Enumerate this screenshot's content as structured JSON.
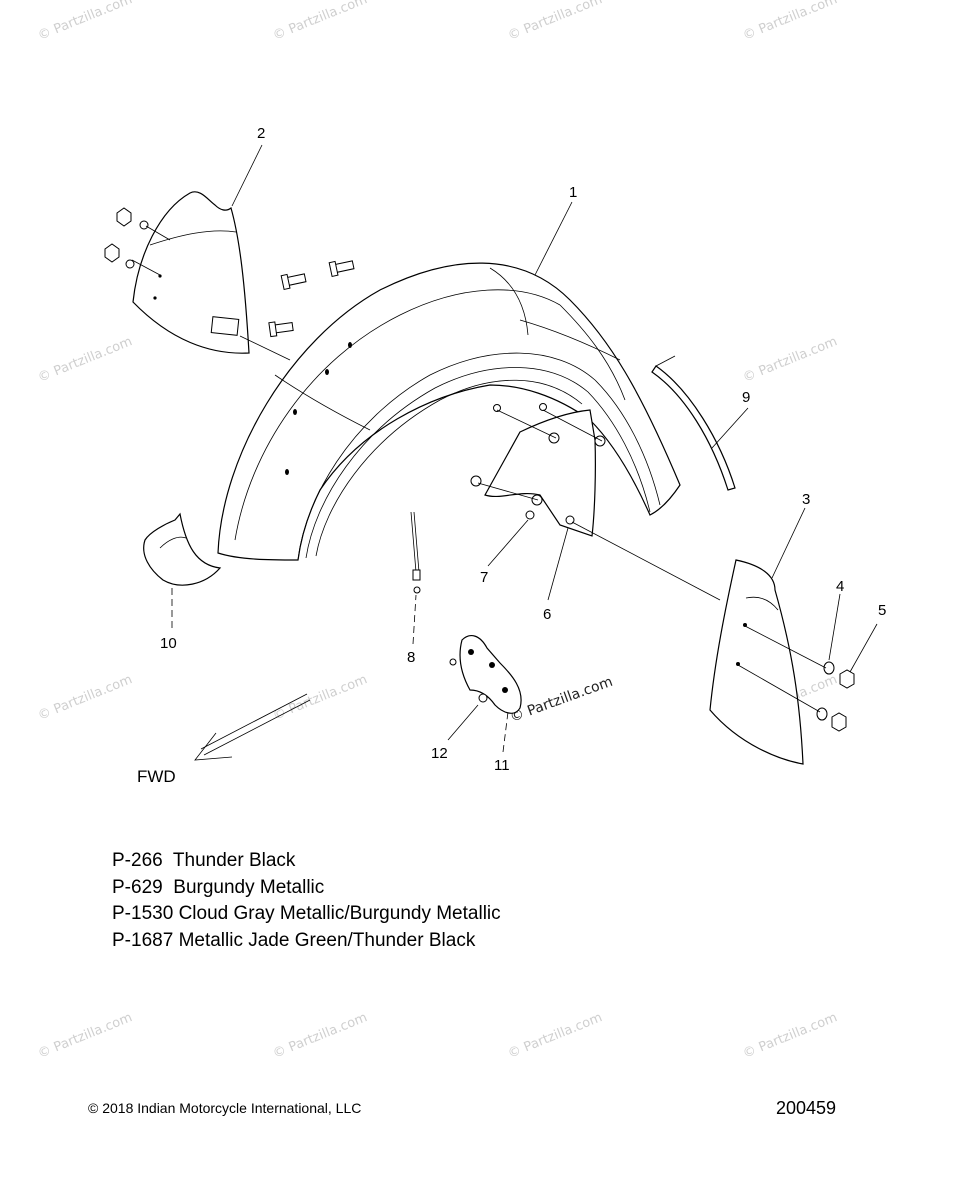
{
  "callouts": [
    {
      "label": "1"
    },
    {
      "label": "2"
    },
    {
      "label": "3"
    },
    {
      "label": "4"
    },
    {
      "label": "5"
    },
    {
      "label": "6"
    },
    {
      "label": "7"
    },
    {
      "label": "8"
    },
    {
      "label": "9"
    },
    {
      "label": "10"
    },
    {
      "label": "11"
    },
    {
      "label": "12"
    }
  ],
  "direction_label": "FWD",
  "watermark_text": "© Partzilla.com",
  "paint_codes": [
    {
      "code": "P-266",
      "name": "Thunder Black"
    },
    {
      "code": "P-629",
      "name": "Burgundy Metallic"
    },
    {
      "code": "P-1530",
      "name": "Cloud Gray Metallic/Burgundy Metallic"
    },
    {
      "code": "P-1687",
      "name": "Metallic Jade Green/Thunder Black"
    }
  ],
  "copyright": "© 2018 Indian Motorcycle International, LLC",
  "diagram_number": "200459"
}
